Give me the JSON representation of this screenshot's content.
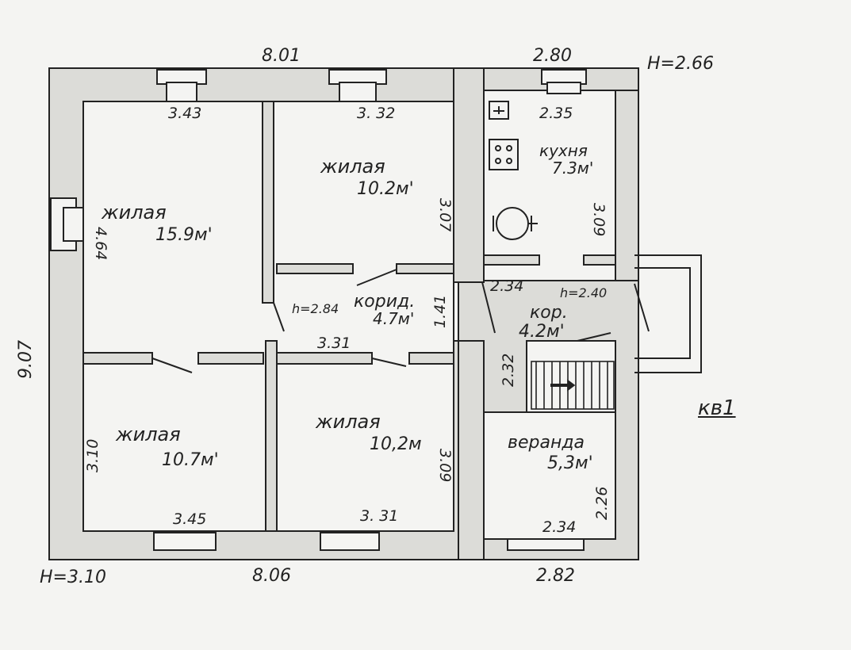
{
  "overall": {
    "top_width": "8.01",
    "bottom_width": "8.06",
    "left_height": "9.07",
    "right_top_width": "2.80",
    "right_bottom_width": "2.82",
    "height_top_right": "H=2.66",
    "height_bottom_left": "H=3.10",
    "apartment_label": "кв1"
  },
  "rooms": [
    {
      "key": "living_big",
      "name": "жилая",
      "area": "15.9м'",
      "dims": [
        "3.43",
        "4.64"
      ]
    },
    {
      "key": "living_top_mid",
      "name": "жилая",
      "area": "10.2м'",
      "dims": [
        "3. 32",
        "3.07"
      ]
    },
    {
      "key": "kitchen",
      "name": "кухня",
      "area": "7.3м'",
      "dims": [
        "2.35",
        "3.09",
        "2.34"
      ]
    },
    {
      "key": "corridor",
      "name": "корид.",
      "area": "4.7м'",
      "dims": [
        "h=2.84",
        "1.41",
        "3.31"
      ]
    },
    {
      "key": "corridor2",
      "name": "кор.",
      "area": "4.2м'",
      "dims": [
        "h=2.40",
        "2.32"
      ]
    },
    {
      "key": "living_bl",
      "name": "жилая",
      "area": "10.7м'",
      "dims": [
        "3.10",
        "3.45"
      ]
    },
    {
      "key": "living_bm",
      "name": "жилая",
      "area": "10,2м",
      "dims": [
        "3.09",
        "3. 31"
      ]
    },
    {
      "key": "veranda",
      "name": "веранда",
      "area": "5,3м'",
      "dims": [
        "2.26",
        "2.34"
      ]
    }
  ],
  "colors": {
    "ink": "#222222",
    "wall": "#dcdcd8",
    "paper": "#f4f4f2"
  }
}
